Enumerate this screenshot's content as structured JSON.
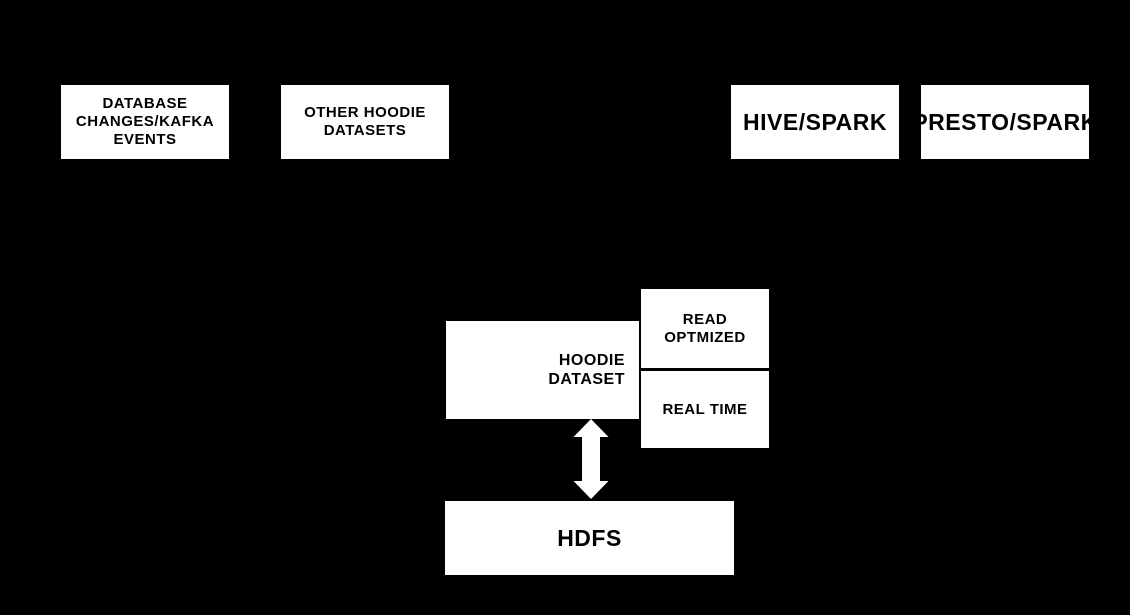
{
  "colors": {
    "background": "#000000",
    "node_bg": "#ffffff",
    "node_text": "#000000",
    "arrow": "#ffffff"
  },
  "nodes": {
    "database_changes": {
      "lines": [
        "DATABASE",
        "CHANGES/KAFKA",
        "EVENTS"
      ]
    },
    "other_hoodie_datasets": {
      "lines": [
        "OTHER HOODIE",
        "DATASETS"
      ]
    },
    "hive_spark": {
      "lines": [
        "HIVE/SPARK"
      ]
    },
    "presto_spark": {
      "lines": [
        "PRESTO/SPARK"
      ]
    },
    "hoodie_dataset": {
      "lines": [
        "HOODIE",
        "DATASET"
      ]
    },
    "read_optmized": {
      "lines": [
        "READ",
        "OPTMIZED"
      ]
    },
    "real_time": {
      "lines": [
        "REAL TIME"
      ]
    },
    "hdfs": {
      "lines": [
        "HDFS"
      ]
    }
  },
  "connectors": {
    "hoodie_hdfs_arrow": {
      "type": "bidirectional-vertical-arrow"
    }
  }
}
